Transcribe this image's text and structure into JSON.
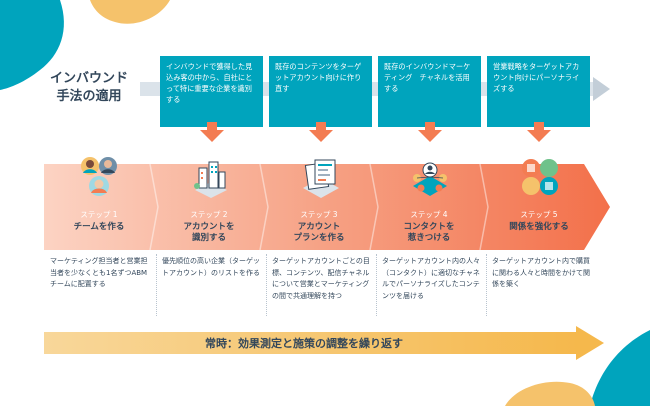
{
  "title": "インバウンド\n手法の適用",
  "colors": {
    "teal": "#00a4bd",
    "orange": "#f37c52",
    "yellow": "#f5c26b",
    "salmon": "#f8b4a0"
  },
  "top_boxes": [
    "インバウンドで獲得した見込み客の中から、自社にとって特に重要な企業を識別する",
    "既存のコンテンツをターゲットアカウント向けに作り直す",
    "既存のインバウンドマーケティング　チャネルを活用する",
    "営業戦略をターゲットアカウント向けにパーソナライズする"
  ],
  "steps": [
    {
      "num": "ステップ 1",
      "name": "チームを作る",
      "icon": "team-avatars-icon",
      "desc": "マーケティング担当者と営業担当者を少なくとも1名ずつABMチームに配置する"
    },
    {
      "num": "ステップ 2",
      "name": "アカウントを\n識別する",
      "icon": "city-buildings-icon",
      "desc": "優先順位の高い企業（ターゲットアカウント）のリストを作る"
    },
    {
      "num": "ステップ 3",
      "name": "アカウント\nプランを作る",
      "icon": "documents-icon",
      "desc": "ターゲットアカウントごとの目標、コンテンツ、配信チャネルについて営業とマーケティングの間で共通理解を持つ"
    },
    {
      "num": "ステップ 4",
      "name": "コンタクトを\n惹きつける",
      "icon": "network-contacts-icon",
      "desc": "ターゲットアカウント内の人々（コンタクト）に適切なチャネルでパーソナライズしたコンテンツを届ける"
    },
    {
      "num": "ステップ 5",
      "name": "関係を強化する",
      "icon": "relationship-icon",
      "desc": "ターゲットアカウント内で購買に関わる人々と時間をかけて関係を築く"
    }
  ],
  "bottom": "常時：効果測定と施策の調整を繰り返す"
}
